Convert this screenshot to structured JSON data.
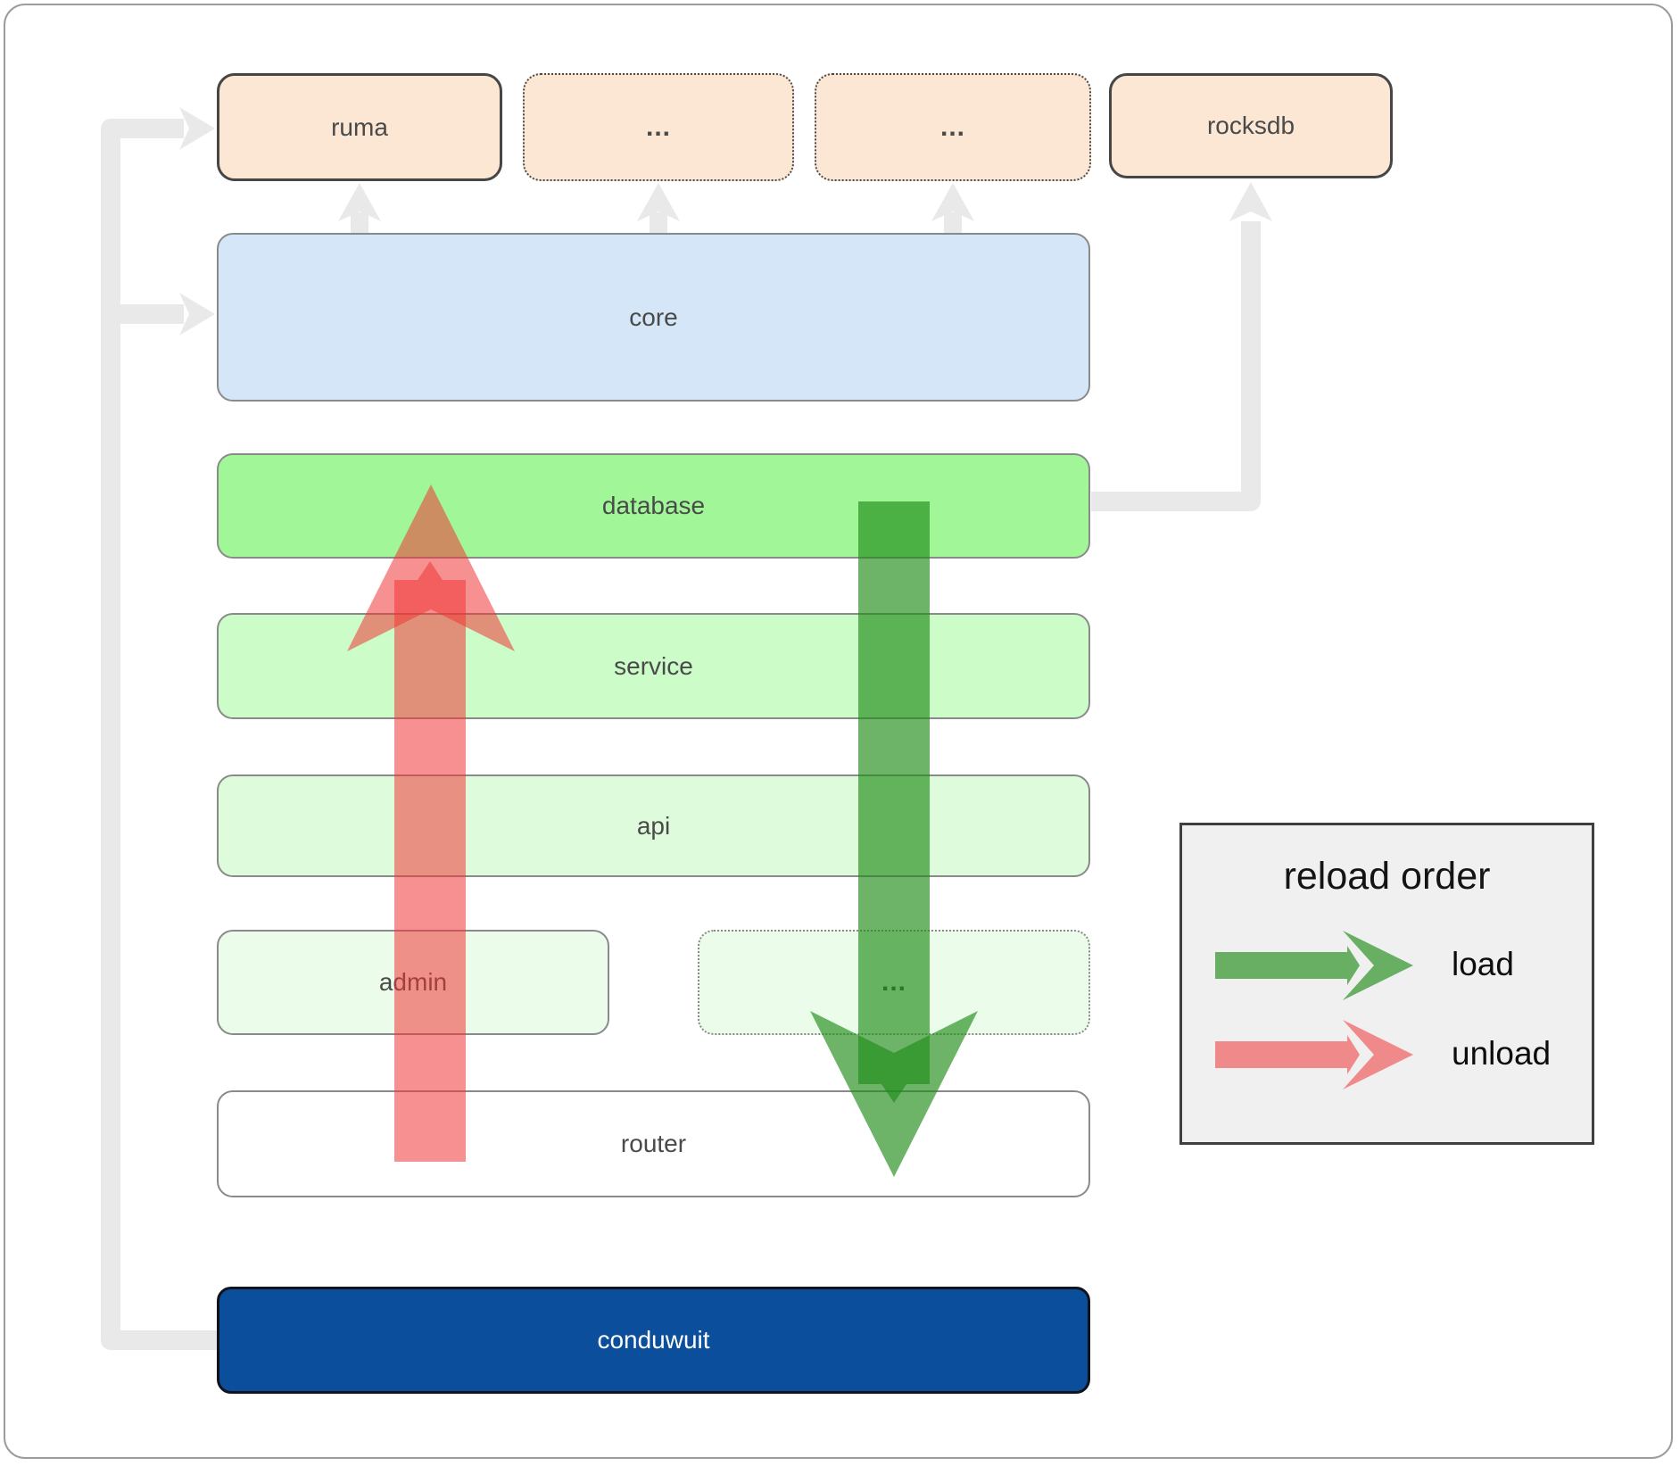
{
  "boxes": {
    "ruma": "ruma",
    "dots1": "...",
    "dots2": "...",
    "rocksdb": "rocksdb",
    "core": "core",
    "database": "database",
    "service": "service",
    "api": "api",
    "admin": "admin",
    "dots3": "...",
    "router": "router",
    "conduwuit": "conduwuit"
  },
  "legend": {
    "title": "reload order",
    "load_label": "load",
    "unload_label": "unload"
  },
  "colors": {
    "box_peach": "#fce6d4",
    "box_blue": "#d4e6f8",
    "box_green": "#a1f797",
    "box_green_light": "#ccfcc8",
    "box_green_lighter": "#defcdb",
    "box_green_faint": "#ebfceb",
    "conduwuit_blue": "#0b4e9b",
    "load_arrow_green": "#1e8c19",
    "unload_arrow_red": "#f03737",
    "connector_gray": "#e9e9e9"
  }
}
